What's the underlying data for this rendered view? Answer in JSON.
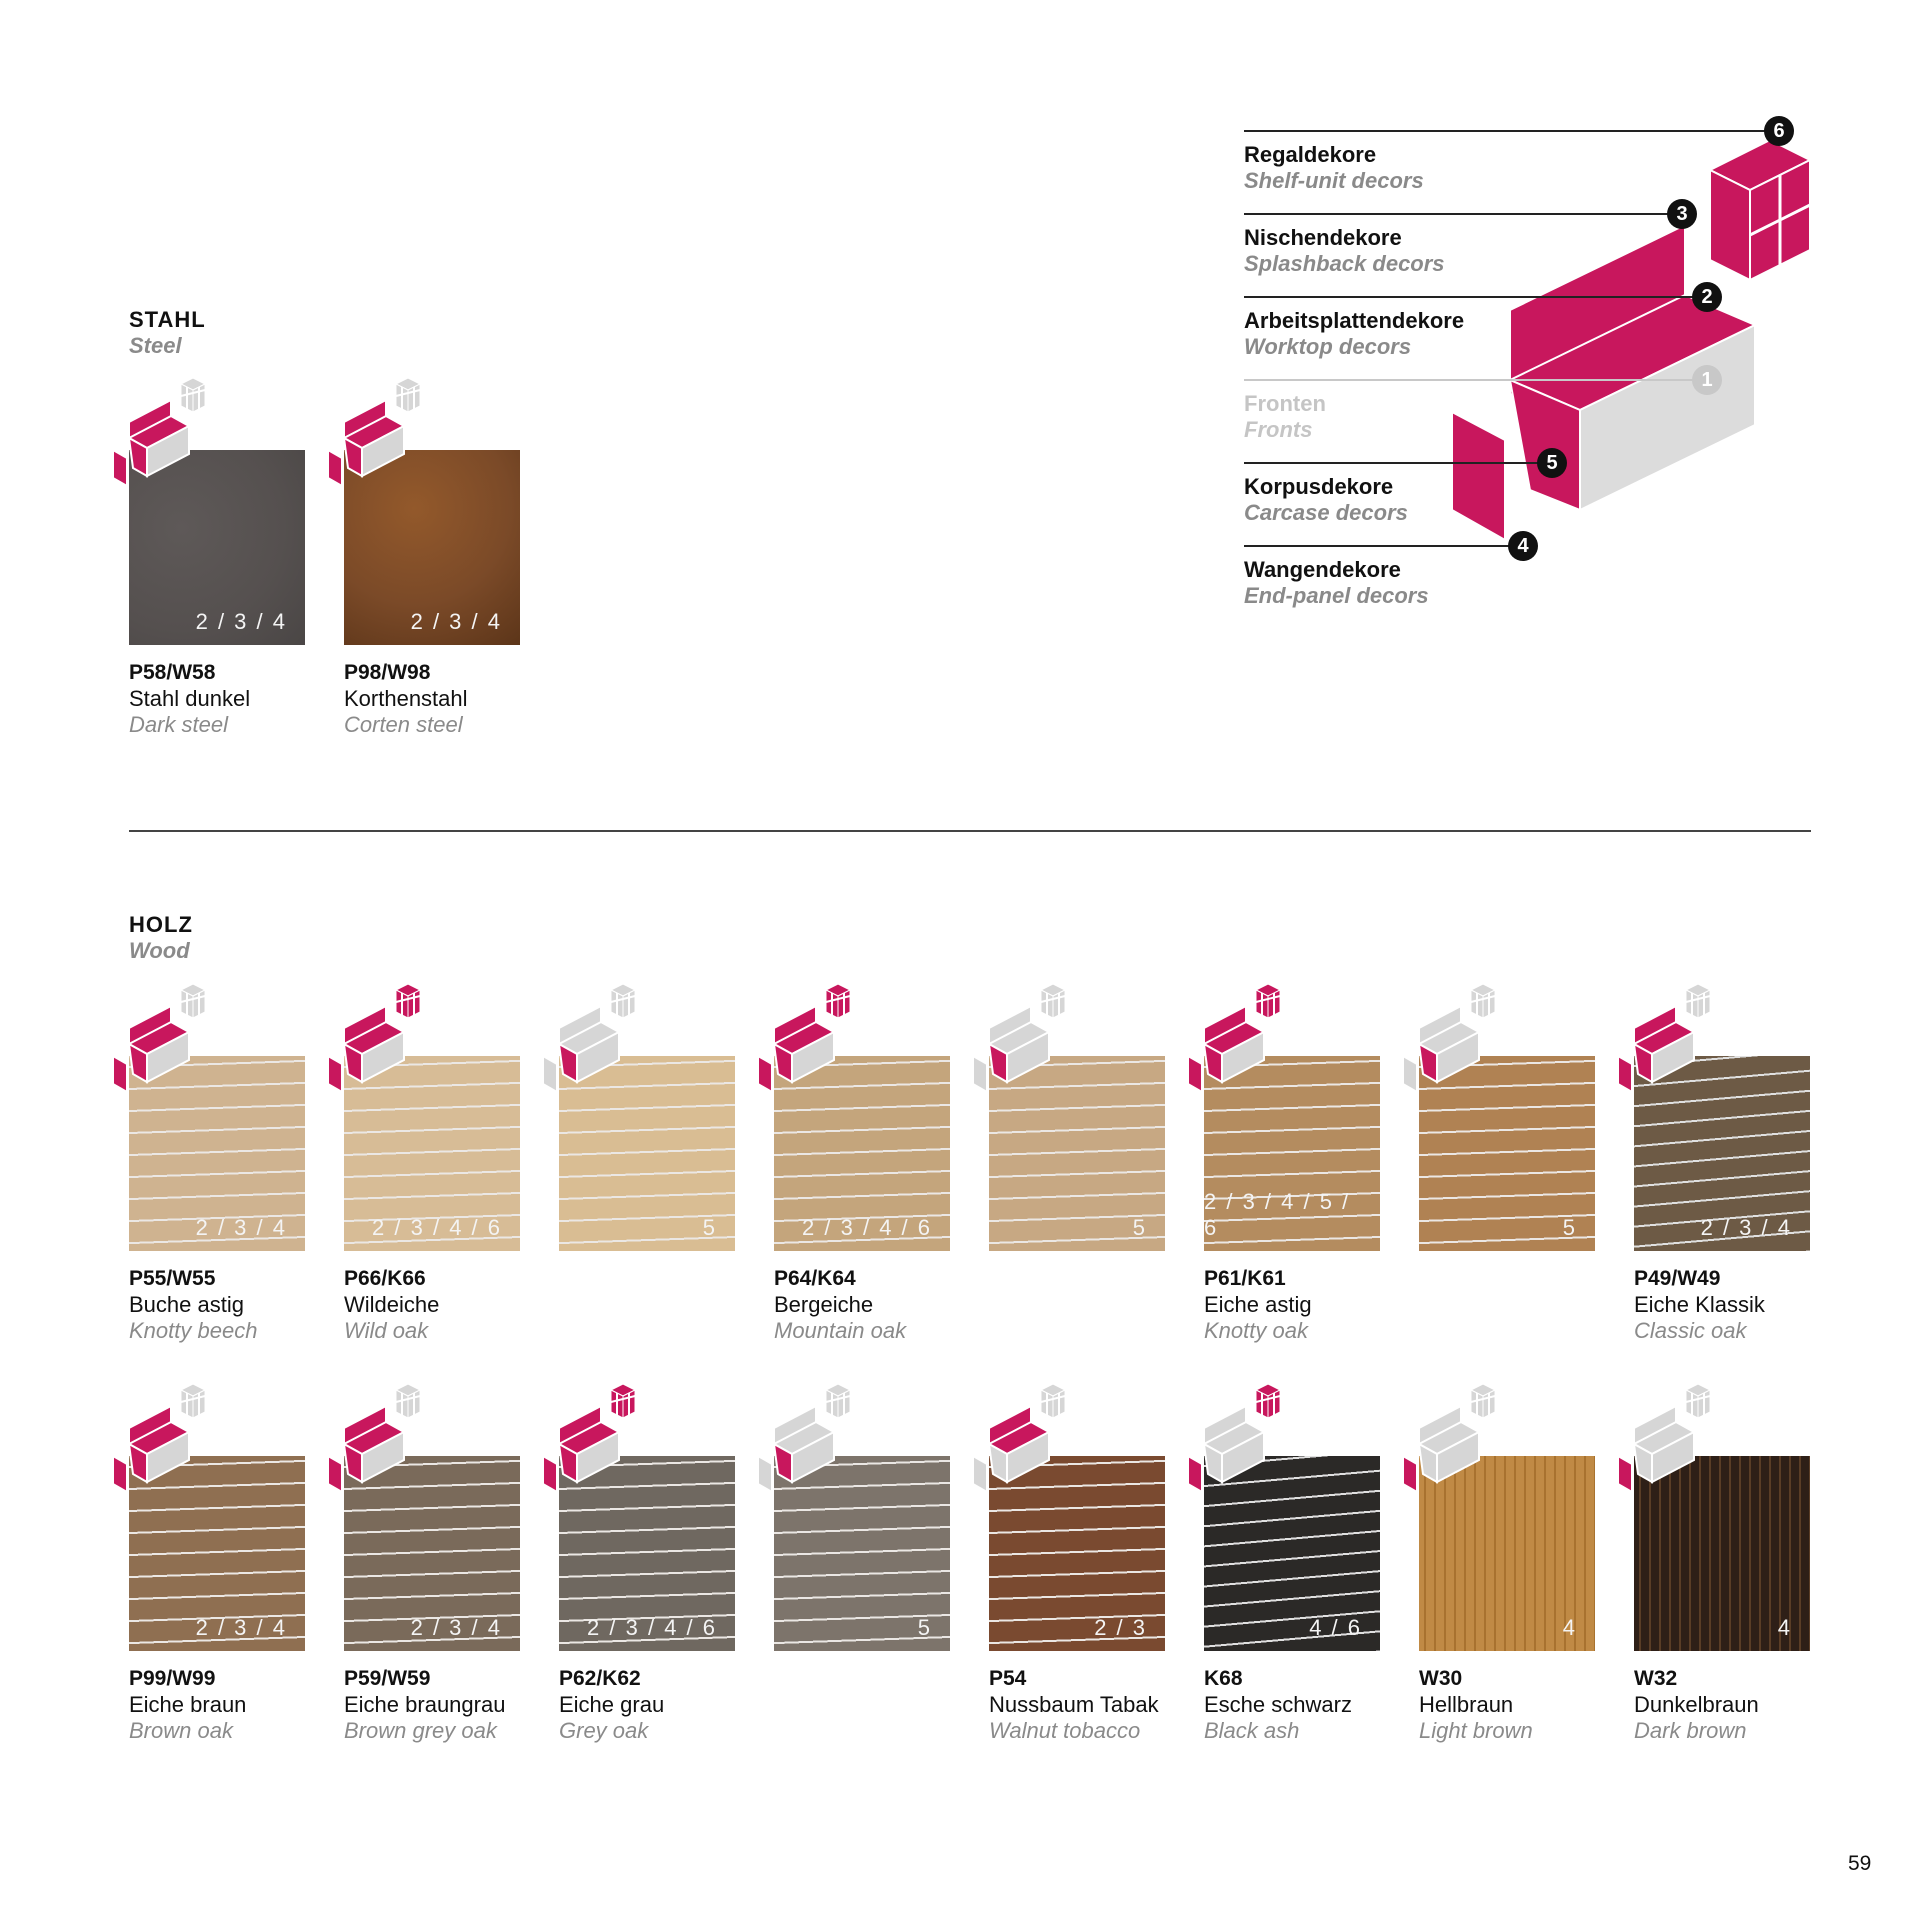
{
  "accent_color": "#c8175d",
  "steel_section": {
    "title": "STAHL",
    "subtitle": "Steel",
    "items": [
      {
        "code": "P58/W58",
        "name_de": "Stahl dunkel",
        "name_en": "Dark steel",
        "numbers": "2 / 3 / 4",
        "color": "#55504f",
        "pattern": "steel",
        "icon": "worktop-splashback-carcase-end"
      },
      {
        "code": "P98/W98",
        "name_de": "Korthenstahl",
        "name_en": "Corten steel",
        "numbers": "2 / 3 / 4",
        "color": "#7b4a28",
        "pattern": "corten",
        "icon": "worktop-splashback-carcase-end"
      }
    ]
  },
  "legend": {
    "items": [
      {
        "number": "6",
        "de": "Regaldekore",
        "en": "Shelf-unit decors",
        "active": true
      },
      {
        "number": "3",
        "de": "Nischendekore",
        "en": "Splashback decors",
        "active": true
      },
      {
        "number": "2",
        "de": "Arbeitsplattendekore",
        "en": "Worktop decors",
        "active": true
      },
      {
        "number": "1",
        "de": "Fronten",
        "en": "Fronts",
        "active": false
      },
      {
        "number": "5",
        "de": "Korpusdekore",
        "en": "Carcase decors",
        "active": true
      },
      {
        "number": "4",
        "de": "Wangendekore",
        "en": "End-panel decors",
        "active": true
      }
    ]
  },
  "wood_section": {
    "title": "HOLZ",
    "subtitle": "Wood",
    "items": [
      {
        "code": "P55/W55",
        "name_de": "Buche astig",
        "name_en": "Knotty beech",
        "numbers": "2 / 3 / 4",
        "color": "#cfb390",
        "pattern": "wood-light",
        "icon": "worktop-splashback-carcase-end"
      },
      {
        "code": "P66/K66",
        "name_de": "Wildeiche",
        "name_en": "Wild oak",
        "numbers": "2 / 3 / 4 / 6",
        "color": "#d7bc96",
        "pattern": "wood-light",
        "icon": "worktop-splashback-carcase-end-shelf"
      },
      {
        "code": "",
        "name_de": "",
        "name_en": "",
        "numbers": "5",
        "color": "#d9bd93",
        "pattern": "wood-light",
        "icon": "carcase"
      },
      {
        "code": "P64/K64",
        "name_de": "Bergeiche",
        "name_en": "Mountain oak",
        "numbers": "2 / 3 / 4 / 6",
        "color": "#c4a57c",
        "pattern": "wood-mid",
        "icon": "worktop-splashback-carcase-end-shelf"
      },
      {
        "code": "",
        "name_de": "",
        "name_en": "",
        "numbers": "5",
        "color": "#c7a883",
        "pattern": "wood-mid",
        "icon": "carcase"
      },
      {
        "code": "P61/K61",
        "name_de": "Eiche astig",
        "name_en": "Knotty oak",
        "numbers": "2 / 3 / 4 / 5 / 6",
        "color": "#b48c5f",
        "pattern": "wood-mid",
        "icon": "worktop-splashback-carcase-end-shelf"
      },
      {
        "code": "",
        "name_de": "",
        "name_en": "",
        "numbers": "5",
        "color": "#b08253",
        "pattern": "wood-mid",
        "icon": "carcase"
      },
      {
        "code": "P49/W49",
        "name_de": "Eiche Klassik",
        "name_en": "Classic oak",
        "numbers": "2 / 3 / 4",
        "color": "#6d5a45",
        "pattern": "wood-dark",
        "icon": "worktop-splashback-carcase-end"
      },
      {
        "code": "P99/W99",
        "name_de": "Eiche braun",
        "name_en": "Brown oak",
        "numbers": "2 / 3 / 4",
        "color": "#8f6f51",
        "pattern": "wood-mid",
        "icon": "worktop-splashback-carcase-end"
      },
      {
        "code": "P59/W59",
        "name_de": "Eiche braungrau",
        "name_en": "Brown grey oak",
        "numbers": "2 / 3 / 4",
        "color": "#7a6a5a",
        "pattern": "wood-mid",
        "icon": "worktop-splashback-carcase-end"
      },
      {
        "code": "P62/K62",
        "name_de": "Eiche grau",
        "name_en": "Grey oak",
        "numbers": "2 / 3 / 4 / 6",
        "color": "#6f6860",
        "pattern": "wood-mid",
        "icon": "worktop-splashback-carcase-end-shelf"
      },
      {
        "code": "",
        "name_de": "",
        "name_en": "",
        "numbers": "5",
        "color": "#7d746b",
        "pattern": "wood-mid",
        "icon": "carcase"
      },
      {
        "code": "P54",
        "name_de": "Nussbaum Tabak",
        "name_en": "Walnut tobacco",
        "numbers": "2 / 3",
        "color": "#7a4a30",
        "pattern": "wood-mid",
        "icon": "worktop-splashback"
      },
      {
        "code": "K68",
        "name_de": "Esche schwarz",
        "name_en": "Black ash",
        "numbers": "4 / 6",
        "color": "#2b2927",
        "pattern": "wood-dark",
        "icon": "end-shelf"
      },
      {
        "code": "W30",
        "name_de": "Hellbraun",
        "name_en": "Light brown",
        "numbers": "4",
        "color": "#c08a45",
        "pattern": "stripes-light",
        "icon": "end"
      },
      {
        "code": "W32",
        "name_de": "Dunkelbraun",
        "name_en": "Dark brown",
        "numbers": "4",
        "color": "#2e1f17",
        "pattern": "stripes-dark",
        "icon": "end"
      }
    ]
  },
  "page_number": "59"
}
